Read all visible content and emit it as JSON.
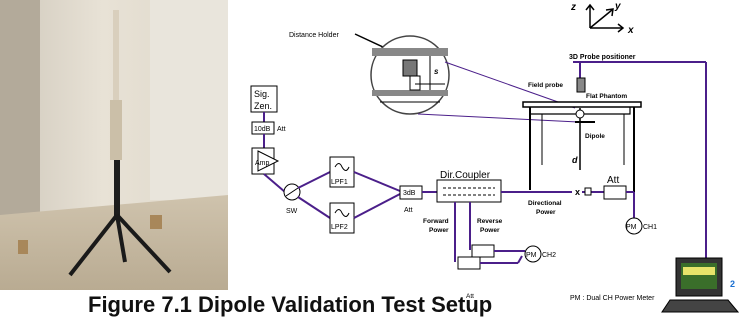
{
  "caption": "Figure 7.1 Dipole Validation Test Setup",
  "axes": {
    "z": "z",
    "y": "y",
    "x": "x"
  },
  "labels": {
    "distance_holder": "Distance Holder",
    "s": "s",
    "probe_positioner": "3D Probe positioner",
    "field_probe": "Field probe",
    "flat_phantom": "Flat Phantom",
    "dipole": "Dipole",
    "d": "d",
    "sig_gen": "Sig.",
    "sig_gen2": "Zen.",
    "att_10db": "10dB",
    "att": "Att",
    "amp": "Amp",
    "lpf1": "LPF1",
    "lpf2": "LPF2",
    "sw": "SW",
    "att_3db": "3dB",
    "att_3db_label": "Att",
    "dir_coupler": "Dir.Coupler",
    "directional_power1": "Directional",
    "directional_power2": "Power",
    "x_mark": "x",
    "att_right": "Att",
    "pm_ch1_a": "PM",
    "pm_ch1_b": "CH1",
    "forward_power1": "Forward",
    "forward_power2": "Power",
    "reverse_power1": "Reverse",
    "reverse_power2": "Power",
    "pm_ch2_a": "PM",
    "pm_ch2_b": "CH2",
    "att_bottom": "Att",
    "pm_legend": "PM : Dual CH Power Meter",
    "corner_mark": "2"
  },
  "colors": {
    "signal_line": "#4b1f8a",
    "box_stroke": "#000000"
  }
}
